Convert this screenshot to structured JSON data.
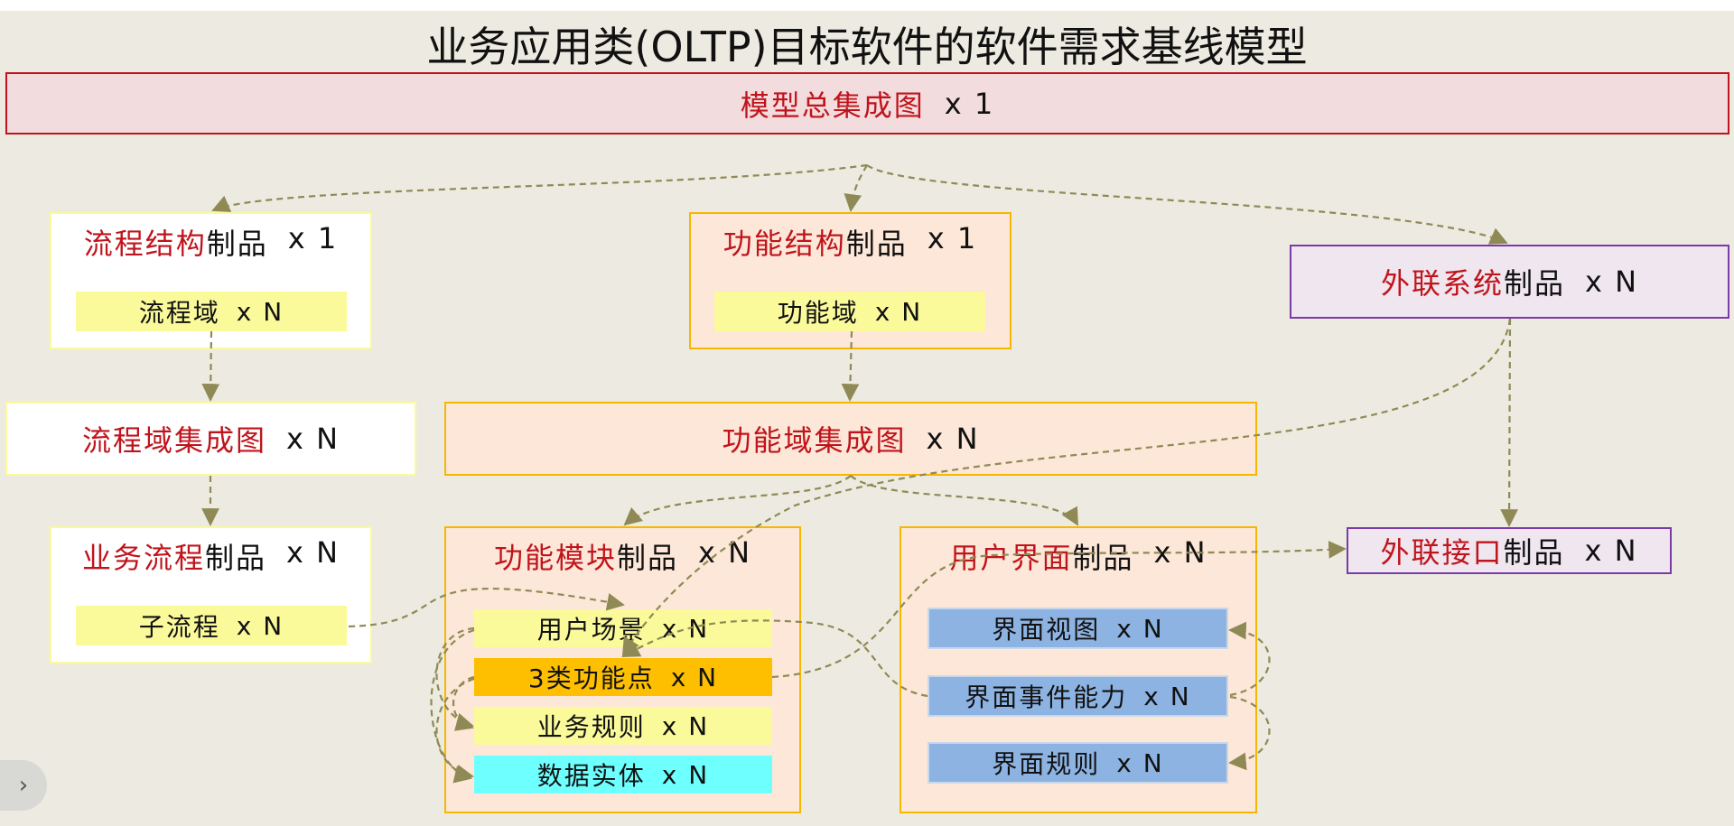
{
  "title": "业务应用类(OLTP)目标软件的软件需求基线模型",
  "multiplicity_sep": "x",
  "colors": {
    "background": "#edebe1",
    "red_text": "#c0141c",
    "connector": "#8f8a55",
    "pink_fill": "#f2dcdd",
    "pink_border": "#c0141c",
    "peach_fill": "#fde7d8",
    "orange_border": "#f7b700",
    "yellow_fill": "#fbfa9b",
    "yellow_border": "#fafa9b",
    "purple_border": "#7a3aa8",
    "purple_fill": "#efe6ef",
    "blue_fill": "#8db3e2",
    "orange_fill": "#fdbf00",
    "cyan_fill": "#6effff",
    "white_fill": "#ffffff"
  },
  "nodes": {
    "overall": {
      "red": "模型总集成图",
      "black": "",
      "mult": "x 1"
    },
    "process_struct": {
      "red": "流程结构",
      "black": "制品",
      "mult": "x 1"
    },
    "process_domain": {
      "text": "流程域",
      "mult": "x N"
    },
    "func_struct": {
      "red": "功能结构",
      "black": "制品",
      "mult": "x 1"
    },
    "func_domain": {
      "text": "功能域",
      "mult": "x N"
    },
    "ext_system": {
      "red": "外联系统",
      "black": "制品",
      "mult": "x N"
    },
    "process_domain_diagram": {
      "red": "流程域集成图",
      "black": "",
      "mult": "x N"
    },
    "func_domain_diagram": {
      "red": "功能域集成图",
      "black": "",
      "mult": "x N"
    },
    "biz_process": {
      "red": "业务流程",
      "black": "制品",
      "mult": "x N"
    },
    "sub_process": {
      "text": "子流程",
      "mult": "x N"
    },
    "func_module": {
      "red": "功能模块",
      "black": "制品",
      "mult": "x N"
    },
    "user_scenario": {
      "text": "用户场景",
      "mult": "x N"
    },
    "func_points": {
      "text": "3类功能点",
      "mult": "x N"
    },
    "biz_rules": {
      "text": "业务规则",
      "mult": "x N"
    },
    "data_entity": {
      "text": "数据实体",
      "mult": "x N"
    },
    "user_interface": {
      "red": "用户界面",
      "black": "制品",
      "mult": "x N"
    },
    "ui_view": {
      "text": "界面视图",
      "mult": "x N"
    },
    "ui_event": {
      "text": "界面事件能力",
      "mult": "x N"
    },
    "ui_rules": {
      "text": "界面规则",
      "mult": "x N"
    },
    "ext_interface": {
      "red": "外联接口",
      "black": "制品",
      "mult": "x N"
    }
  },
  "nav": {
    "toggle_icon": "chevron-right-icon",
    "toggle_glyph": "›"
  }
}
